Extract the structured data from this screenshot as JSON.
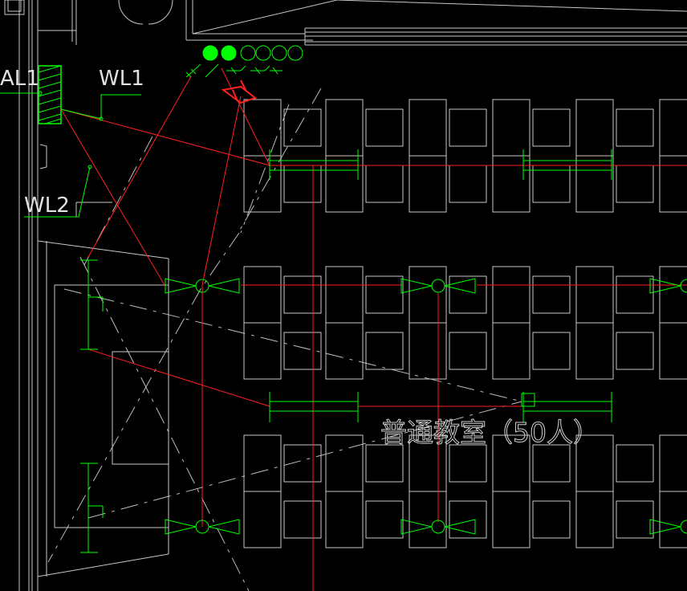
{
  "drawing": {
    "background": "#000000",
    "colors": {
      "architecture": "#c8c8c8",
      "lighting": "#00ff00",
      "wiring": "#ff0000",
      "dashed": "#bdbdbd",
      "hatch": "#00ff00",
      "highlight": "#ff2020"
    },
    "panel_label": "AL1",
    "circuit_labels": [
      "WL1",
      "WL2"
    ],
    "room_label": "普通教室（50人）",
    "switch_symbols": {
      "filled": 2,
      "open": 4
    }
  }
}
